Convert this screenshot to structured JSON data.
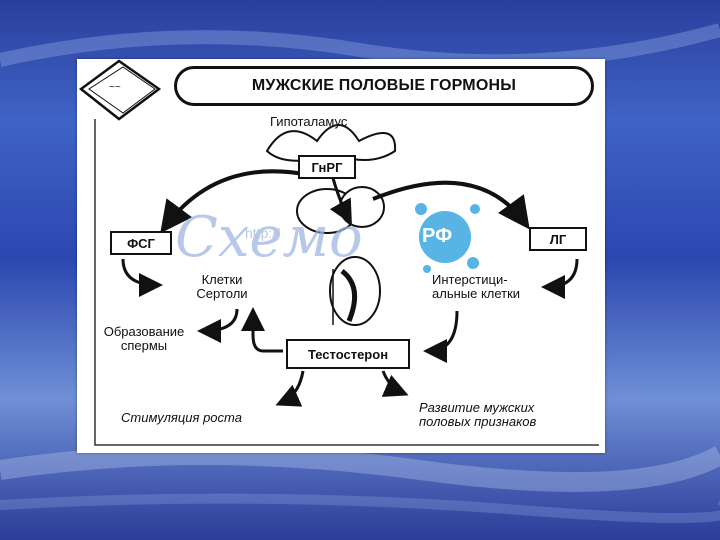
{
  "title": "МУЖСКИЕ ПОЛОВЫЕ ГОРМОНЫ",
  "corner_mark": "~~",
  "nodes": {
    "hypothalamus": "Гипоталамус",
    "gnrg": "ГнРГ",
    "fsg": "ФСГ",
    "lg": "ЛГ",
    "sertoli": [
      "Клетки",
      "Сертоли"
    ],
    "interstitial": [
      "Интерстици-",
      "альные клетки"
    ],
    "sperm": [
      "Образование",
      "спермы"
    ],
    "testosterone": "Тестостерон",
    "growth": "Стимуляция роста",
    "traits": [
      "Развитие мужских",
      "половых признаков"
    ]
  },
  "watermark": {
    "url": "http://",
    "logo": "Схемо",
    "rf": "РФ"
  },
  "colors": {
    "ink": "#111111",
    "watermark_blue": "#3aa7e0",
    "background": "#3550b8"
  }
}
